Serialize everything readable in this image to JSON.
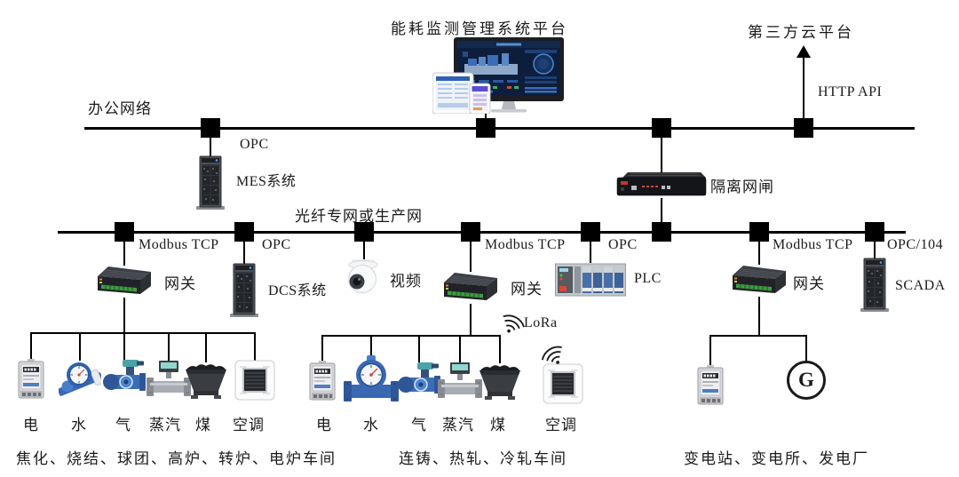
{
  "platform": {
    "title": "能耗监测管理系统平台"
  },
  "cloud": {
    "title": "第三方云平台",
    "protocol": "HTTP API"
  },
  "bus_top": {
    "label": "办公网络"
  },
  "bus_mid": {
    "label": "光纤专网或生产网"
  },
  "mes": {
    "protocol": "OPC",
    "label": "MES系统"
  },
  "isolation": {
    "label": "隔离网闸"
  },
  "gateway1": {
    "protocol": "Modbus TCP",
    "label": "网关"
  },
  "dcs": {
    "protocol": "OPC",
    "label": "DCS系统"
  },
  "camera": {
    "label": "视频"
  },
  "gateway2": {
    "protocol": "Modbus TCP",
    "label": "网关"
  },
  "plc": {
    "protocol": "OPC",
    "label": "PLC"
  },
  "gateway3": {
    "protocol": "Modbus TCP",
    "label": "网关"
  },
  "scada": {
    "protocol": "OPC/104",
    "label": "SCADA"
  },
  "lora": {
    "label": "LoRa"
  },
  "group1": {
    "devices": [
      "电",
      "水",
      "气",
      "蒸汽",
      "煤",
      "空调"
    ],
    "caption": "焦化、烧结、球团、高炉、转炉、电炉车间"
  },
  "group2": {
    "devices": [
      "电",
      "水",
      "气",
      "蒸汽",
      "煤",
      "空调"
    ],
    "caption": "连铸、热轧、冷轧车间"
  },
  "group3": {
    "generator": "G",
    "caption": "变电站、变电所、发电厂"
  },
  "colors": {
    "line": "#000000",
    "meter_blue": "#3a68b2",
    "gateway_green": "#3f9b41",
    "screen_navy": "#0d1e3c"
  }
}
